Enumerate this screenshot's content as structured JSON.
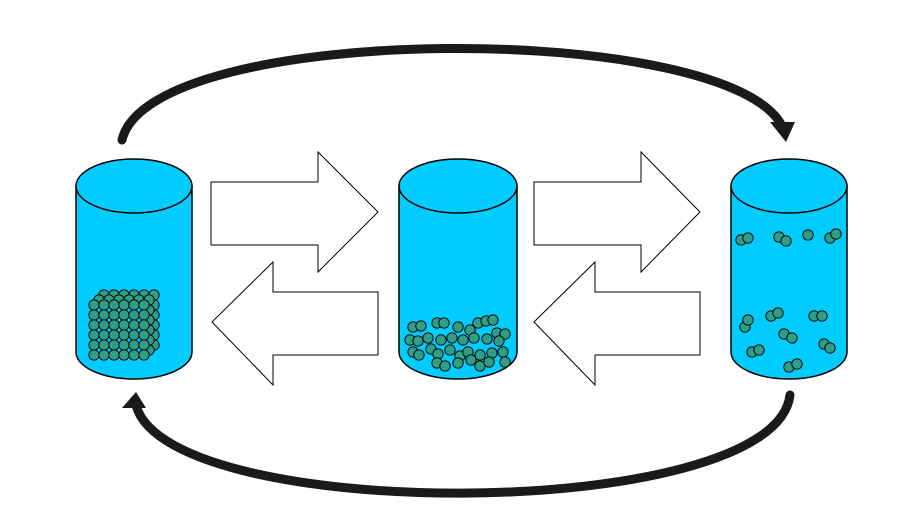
{
  "diagram": {
    "colors": {
      "liquid": "#00CCFF",
      "outline": "#000000",
      "particle": "#2E9E86",
      "arrow_fill": "#FFFFFF",
      "cycle_arrow": "#1A1A1A"
    },
    "containers": [
      {
        "id": "solid",
        "particle_arrangement": "ordered-lattice",
        "particle_count": 54
      },
      {
        "id": "liquid",
        "particle_arrangement": "packed-random",
        "particle_count": 32
      },
      {
        "id": "gas",
        "particle_arrangement": "dispersed-pairs",
        "particle_count": 22
      }
    ],
    "transitions": [
      {
        "from": "solid",
        "to": "liquid",
        "style": "block-arrow"
      },
      {
        "from": "liquid",
        "to": "solid",
        "style": "block-arrow"
      },
      {
        "from": "liquid",
        "to": "gas",
        "style": "block-arrow"
      },
      {
        "from": "gas",
        "to": "liquid",
        "style": "block-arrow"
      },
      {
        "from": "solid",
        "to": "gas",
        "style": "curved-arrow-top"
      },
      {
        "from": "gas",
        "to": "solid",
        "style": "curved-arrow-bottom"
      }
    ]
  }
}
